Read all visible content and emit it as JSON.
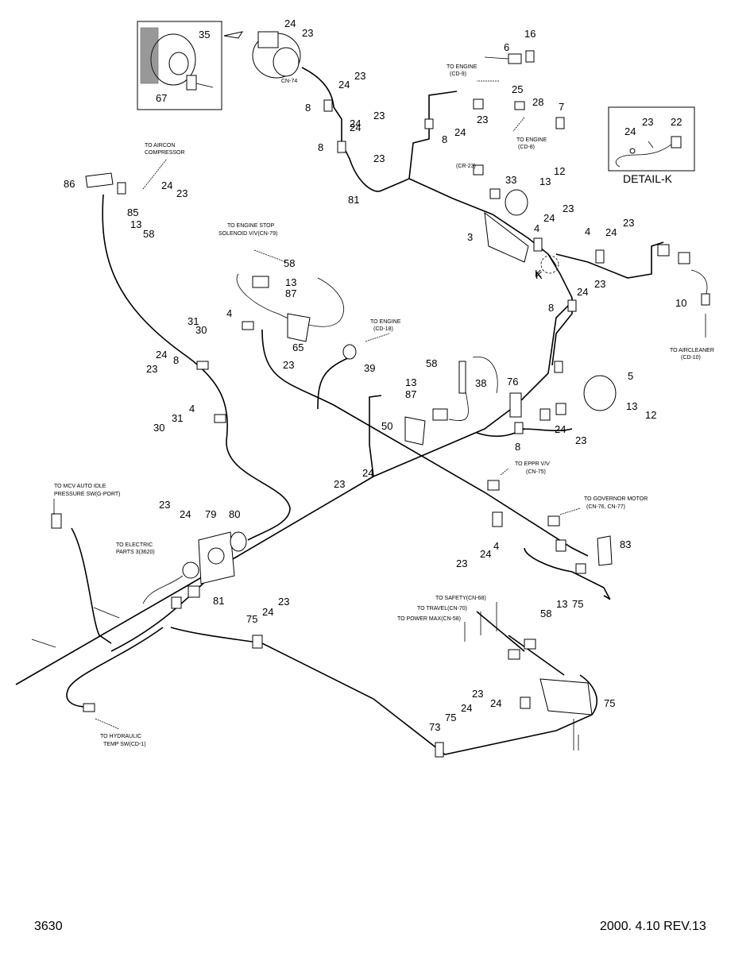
{
  "diagram": {
    "detail_title": "DETAIL-K",
    "k_marker": "K",
    "destinations": {
      "aircon_1": "TO AIRCON",
      "aircon_2": "COMPRESSOR",
      "engine_cd9_1": "TO ENGINE",
      "engine_cd9_2": "(CD-9)",
      "engine_cd8_1": "TO ENGINE",
      "engine_cd8_2": "(CD-8)",
      "cr23": "(CR-23)",
      "stop_sol_1": "TO ENGINE STOP",
      "stop_sol_2": "SOLENOID V/V(CN-79)",
      "engine_cd18_1": "TO ENGINE",
      "engine_cd18_2": "(CD-18)",
      "aircleaner_1": "TO AIRCLEANER",
      "aircleaner_2": "(CD-10)",
      "eppr_1": "TO EPPR V/V",
      "eppr_2": "(CN-75)",
      "governor_1": "TO GOVERNOR MOTOR",
      "governor_2": "(CN-76, CN-77)",
      "mcv_1": "TO MCV AUTO IDLE",
      "mcv_2": "PRESSURE SW(G-PORT)",
      "electric_1": "TO ELECTRIC",
      "electric_2": "PARTS 3(3620)",
      "safety": "TO SAFETY(CN-68)",
      "travel": "TO TRAVEL(CN-70)",
      "power_max": "TO POWER MAX(CN-58)",
      "hyd_1": "TO HYDRAULIC",
      "hyd_2": "TEMP SW(CD-1)",
      "cn74": "CN-74"
    },
    "callouts": [
      "24",
      "23",
      "16",
      "6",
      "35",
      "67",
      "24",
      "23",
      "8",
      "24",
      "23",
      "25",
      "28",
      "7",
      "23",
      "8",
      "24",
      "23",
      "8",
      "24",
      "22",
      "23",
      "24",
      "81",
      "86",
      "24",
      "23",
      "85",
      "13",
      "58",
      "33",
      "13",
      "12",
      "3",
      "4",
      "24",
      "23",
      "4",
      "24",
      "23",
      "58",
      "13",
      "87",
      "65",
      "23",
      "31",
      "4",
      "30",
      "24",
      "8",
      "23",
      "K",
      "8",
      "24",
      "23",
      "10",
      "39",
      "58",
      "13",
      "87",
      "38",
      "76",
      "5",
      "13",
      "12",
      "31",
      "4",
      "30",
      "50",
      "8",
      "24",
      "23",
      "23",
      "24",
      "23",
      "24",
      "79",
      "80",
      "81",
      "23",
      "24",
      "4",
      "83",
      "58",
      "13",
      "75",
      "75",
      "24",
      "23",
      "23",
      "24",
      "75",
      "73",
      "75",
      "24",
      "23"
    ]
  },
  "footer": {
    "page_number": "3630",
    "revision": "2000. 4.10  REV.13"
  }
}
